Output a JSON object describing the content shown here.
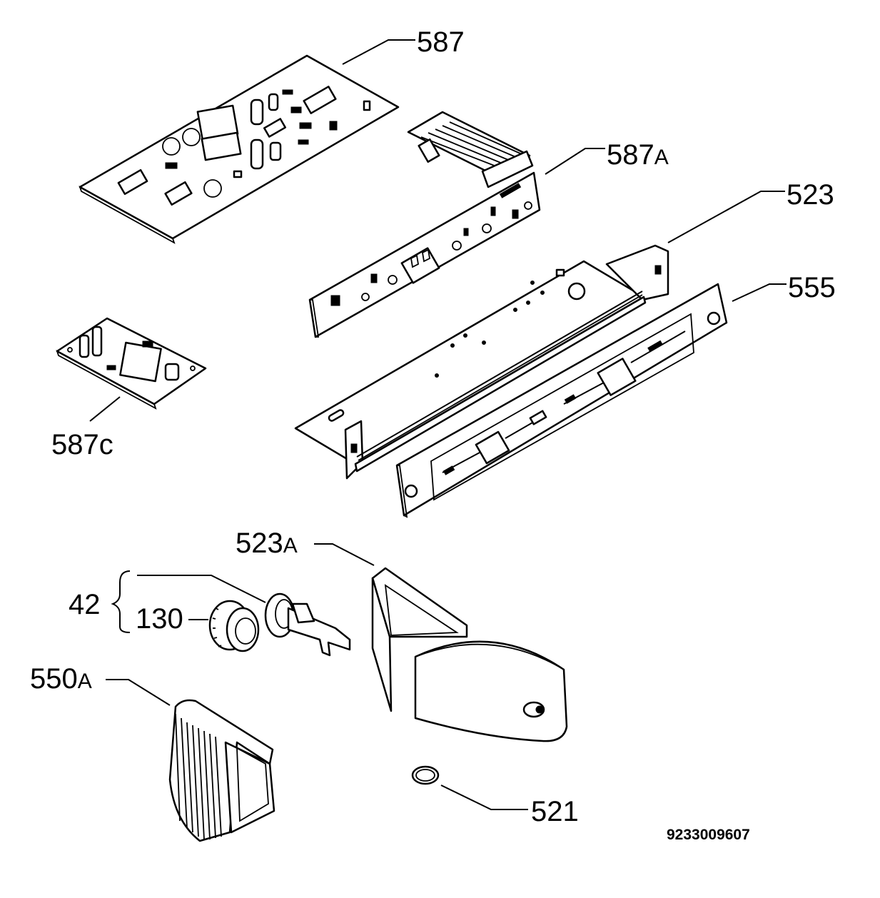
{
  "labels": {
    "l587": {
      "num": "587",
      "suffix": ""
    },
    "l587a": {
      "num": "587",
      "suffix": "A"
    },
    "l523": {
      "num": "523",
      "suffix": ""
    },
    "l555": {
      "num": "555",
      "suffix": ""
    },
    "l587c": {
      "num": "587c",
      "suffix": ""
    },
    "l523a": {
      "num": "523",
      "suffix": "A"
    },
    "l42": {
      "num": "42",
      "suffix": ""
    },
    "l130": {
      "num": "130",
      "suffix": ""
    },
    "l550a": {
      "num": "550",
      "suffix": "A"
    },
    "l521": {
      "num": "521",
      "suffix": ""
    }
  },
  "document_number": "9233009607"
}
